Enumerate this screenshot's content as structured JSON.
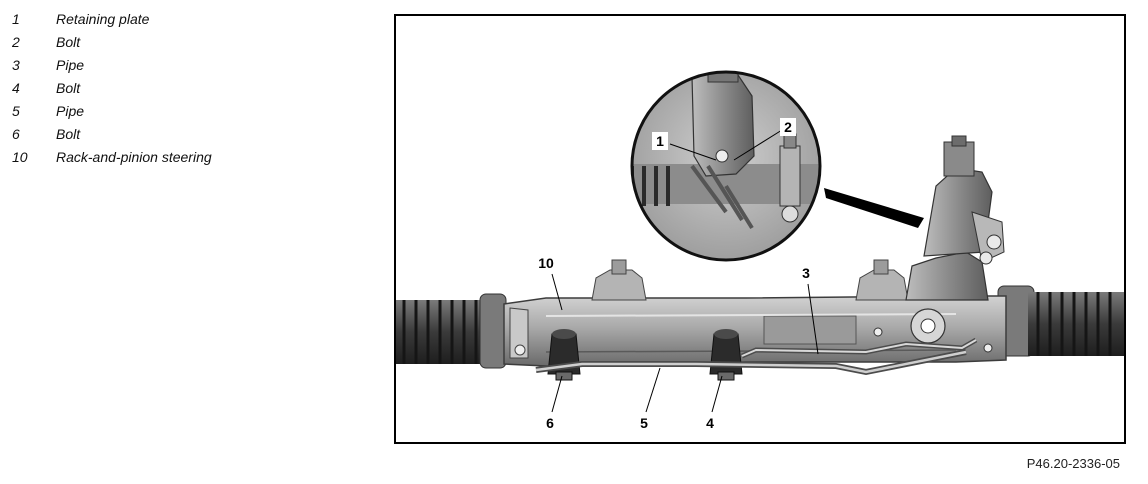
{
  "legend": [
    {
      "number": "1",
      "label": "Retaining plate"
    },
    {
      "number": "2",
      "label": "Bolt"
    },
    {
      "number": "3",
      "label": "Pipe"
    },
    {
      "number": "4",
      "label": "Bolt"
    },
    {
      "number": "5",
      "label": "Pipe"
    },
    {
      "number": "6",
      "label": "Bolt"
    },
    {
      "number": "10",
      "label": "Rack-and-pinion steering"
    }
  ],
  "callouts": {
    "c1": "1",
    "c2": "2",
    "c3": "3",
    "c4": "4",
    "c5": "5",
    "c6": "6",
    "c10": "10"
  },
  "figure_code": "P46.20-2336-05"
}
